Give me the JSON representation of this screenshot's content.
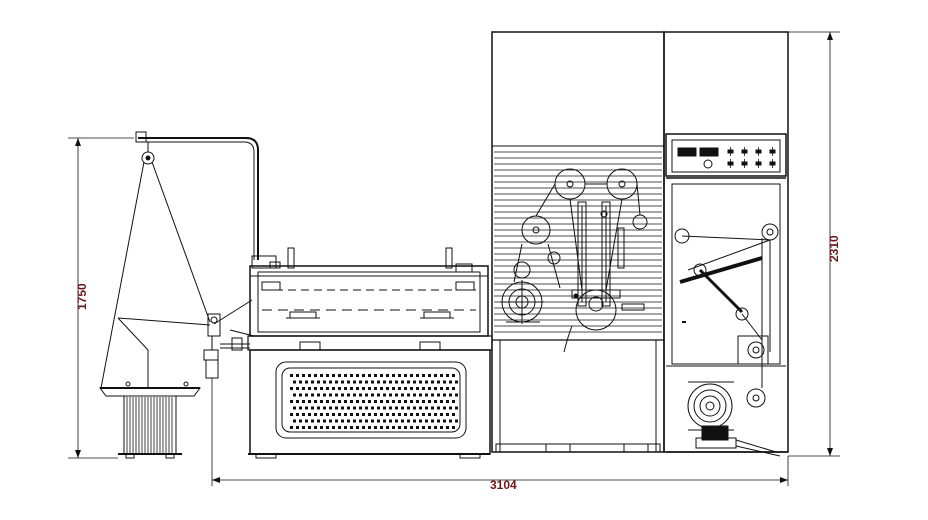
{
  "dimensions": {
    "total_length": "3104",
    "height_left": "1750",
    "height_right": "2310"
  },
  "colors": {
    "line": "#111111",
    "dim_text": "#6b1a1a",
    "background": "#ffffff"
  }
}
